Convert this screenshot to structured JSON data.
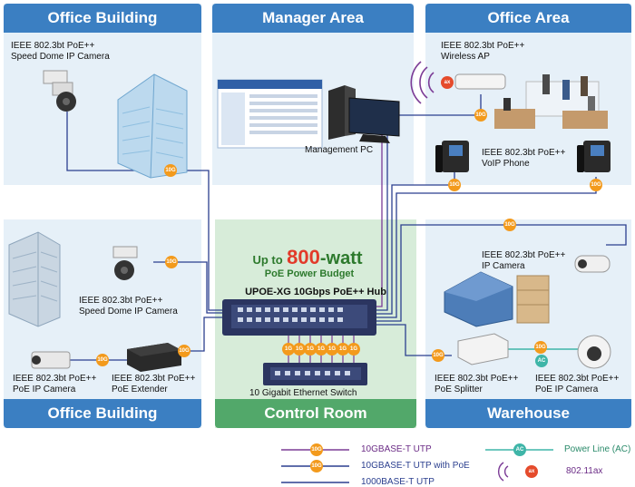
{
  "areas": {
    "office_building_top": "Office Building",
    "manager_area": "Manager Area",
    "office_area": "Office Area",
    "office_building_bottom": "Office Building",
    "control_room": "Control Room",
    "warehouse": "Warehouse"
  },
  "devices": {
    "speed_dome_top": "IEEE 802.3bt PoE++\nSpeed Dome IP Camera",
    "management_pc": "Management PC",
    "wireless_ap": "IEEE 802.3bt PoE++\nWireless AP",
    "voip_phone": "IEEE 802.3bt PoE++\nVoIP Phone",
    "speed_dome_bottom": "IEEE 802.3bt PoE++\nSpeed Dome IP Camera",
    "poe_ip_camera_left": "IEEE 802.3bt PoE++\nPoE IP Camera",
    "poe_extender": "IEEE 802.3bt PoE++\nPoE Extender",
    "ip_camera_warehouse": "IEEE 802.3bt PoE++\nIP Camera",
    "poe_splitter": "IEEE 802.3bt PoE++\nPoE Splitter",
    "poe_ip_camera_right": "IEEE 802.3bt PoE++\nPoE IP Camera",
    "ten_gig_switch": "10 Gigabit Ethernet Switch"
  },
  "hub": {
    "up_to": "Up to",
    "watt_number": "800",
    "watt_unit": "-watt",
    "budget": "PoE Power Budget",
    "name": "UPOE-XG 10Gbps PoE++ Hub"
  },
  "badges": {
    "ten_g": "10G",
    "one_g": "1G",
    "ac": "AC",
    "ax": "ax"
  },
  "legend": {
    "ten_gbase_t": "10GBASE-T UTP",
    "ten_gbase_t_poe": "10GBASE-T UTP with PoE",
    "thousand_base_t": "1000BASE-T UTP",
    "power_line": "Power Line (AC)",
    "wifi": "802.11ax"
  },
  "colors": {
    "header_blue": "#3b7fc2",
    "header_green": "#52a86a",
    "panel_bg": "#e6f0f8",
    "control_bg": "#d7ecd9",
    "line_blue": "#2b3f8f",
    "line_purple": "#7b3b96",
    "line_teal": "#3fb5a8",
    "badge_orange": "#f39a1c",
    "watt_red": "#e23a2a"
  }
}
